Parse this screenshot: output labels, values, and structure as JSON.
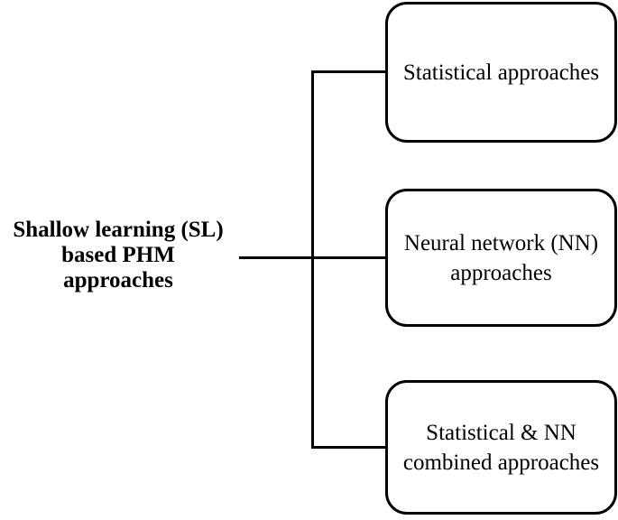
{
  "diagram": {
    "title_hint": "Shallow learning (SL) based PHM approaches taxonomy",
    "root": {
      "lines": [
        "Shallow learning (SL)",
        "based PHM",
        "approaches"
      ]
    },
    "nodes": [
      {
        "id": "statistical",
        "lines": [
          "Statistical approaches"
        ]
      },
      {
        "id": "neural-network",
        "lines": [
          "Neural network (NN)",
          "approaches"
        ]
      },
      {
        "id": "combined",
        "lines": [
          "Statistical & NN",
          "combined approaches"
        ]
      }
    ],
    "connectors": [
      {
        "name": "root-to-trunk",
        "type": "horizontal"
      },
      {
        "name": "trunk",
        "type": "vertical"
      },
      {
        "name": "trunk-to-top-node",
        "type": "horizontal"
      },
      {
        "name": "trunk-to-bottom-node",
        "type": "horizontal"
      }
    ],
    "colors": {
      "background": "#ffffff",
      "line": "#000000",
      "text": "#000000",
      "node_border": "#000000",
      "node_fill": "#ffffff"
    }
  }
}
